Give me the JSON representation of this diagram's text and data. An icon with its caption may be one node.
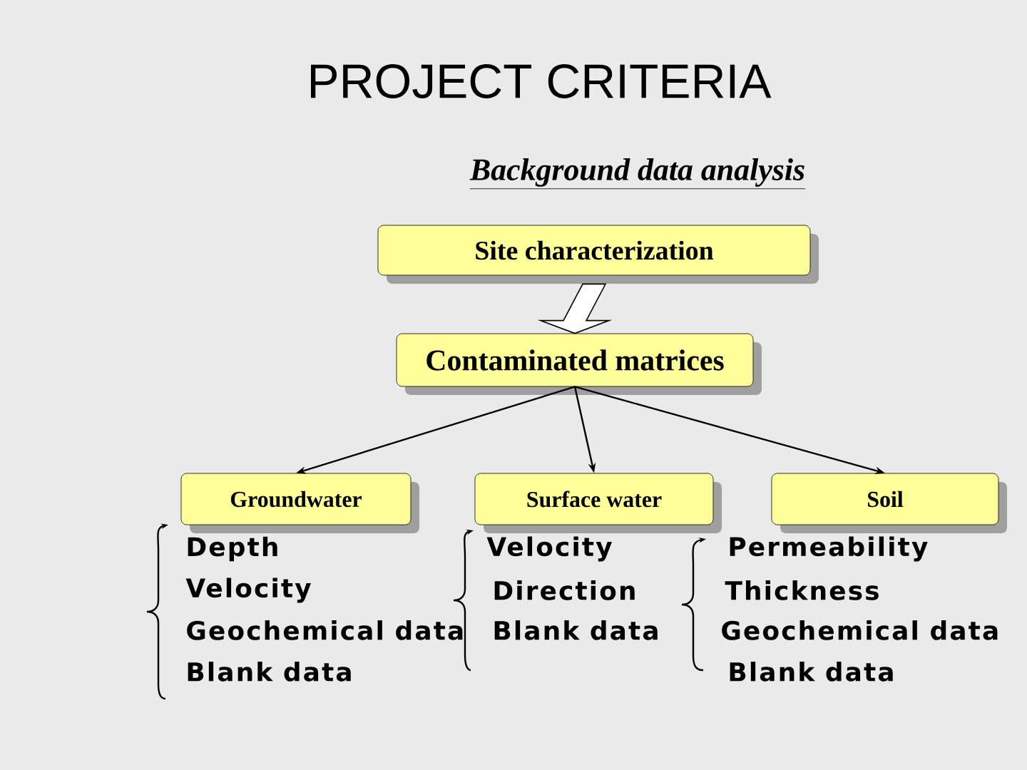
{
  "diagram": {
    "title": "PROJECT CRITERIA",
    "nodes": [
      {
        "text": [
          "Site characterization"
        ]
      },
      {
        "text": [
          "Contaminated matrices"
        ]
      },
      {
        "text": [
          "Groundwater"
        ]
      },
      {
        "text": [
          "Surface water"
        ]
      },
      {
        "text": [
          "Soil"
        ]
      }
    ],
    "edges": [
      {
        "from": 0,
        "to": 1,
        "arrow": "to",
        "style": "thick"
      },
      {
        "from": 1,
        "to": 2,
        "arrow": "to"
      },
      {
        "from": 1,
        "to": 3,
        "arrow": "to"
      },
      {
        "from": 1,
        "to": 4,
        "arrow": "to"
      }
    ],
    "labels": [
      "Background data analysis",
      "Depth",
      "Velocity",
      "Geochemical data",
      "Blank data",
      "Velocity",
      "Direction",
      "Blank data",
      "Permeability",
      "Thickness",
      "Geochemical data",
      "Blank data"
    ]
  }
}
